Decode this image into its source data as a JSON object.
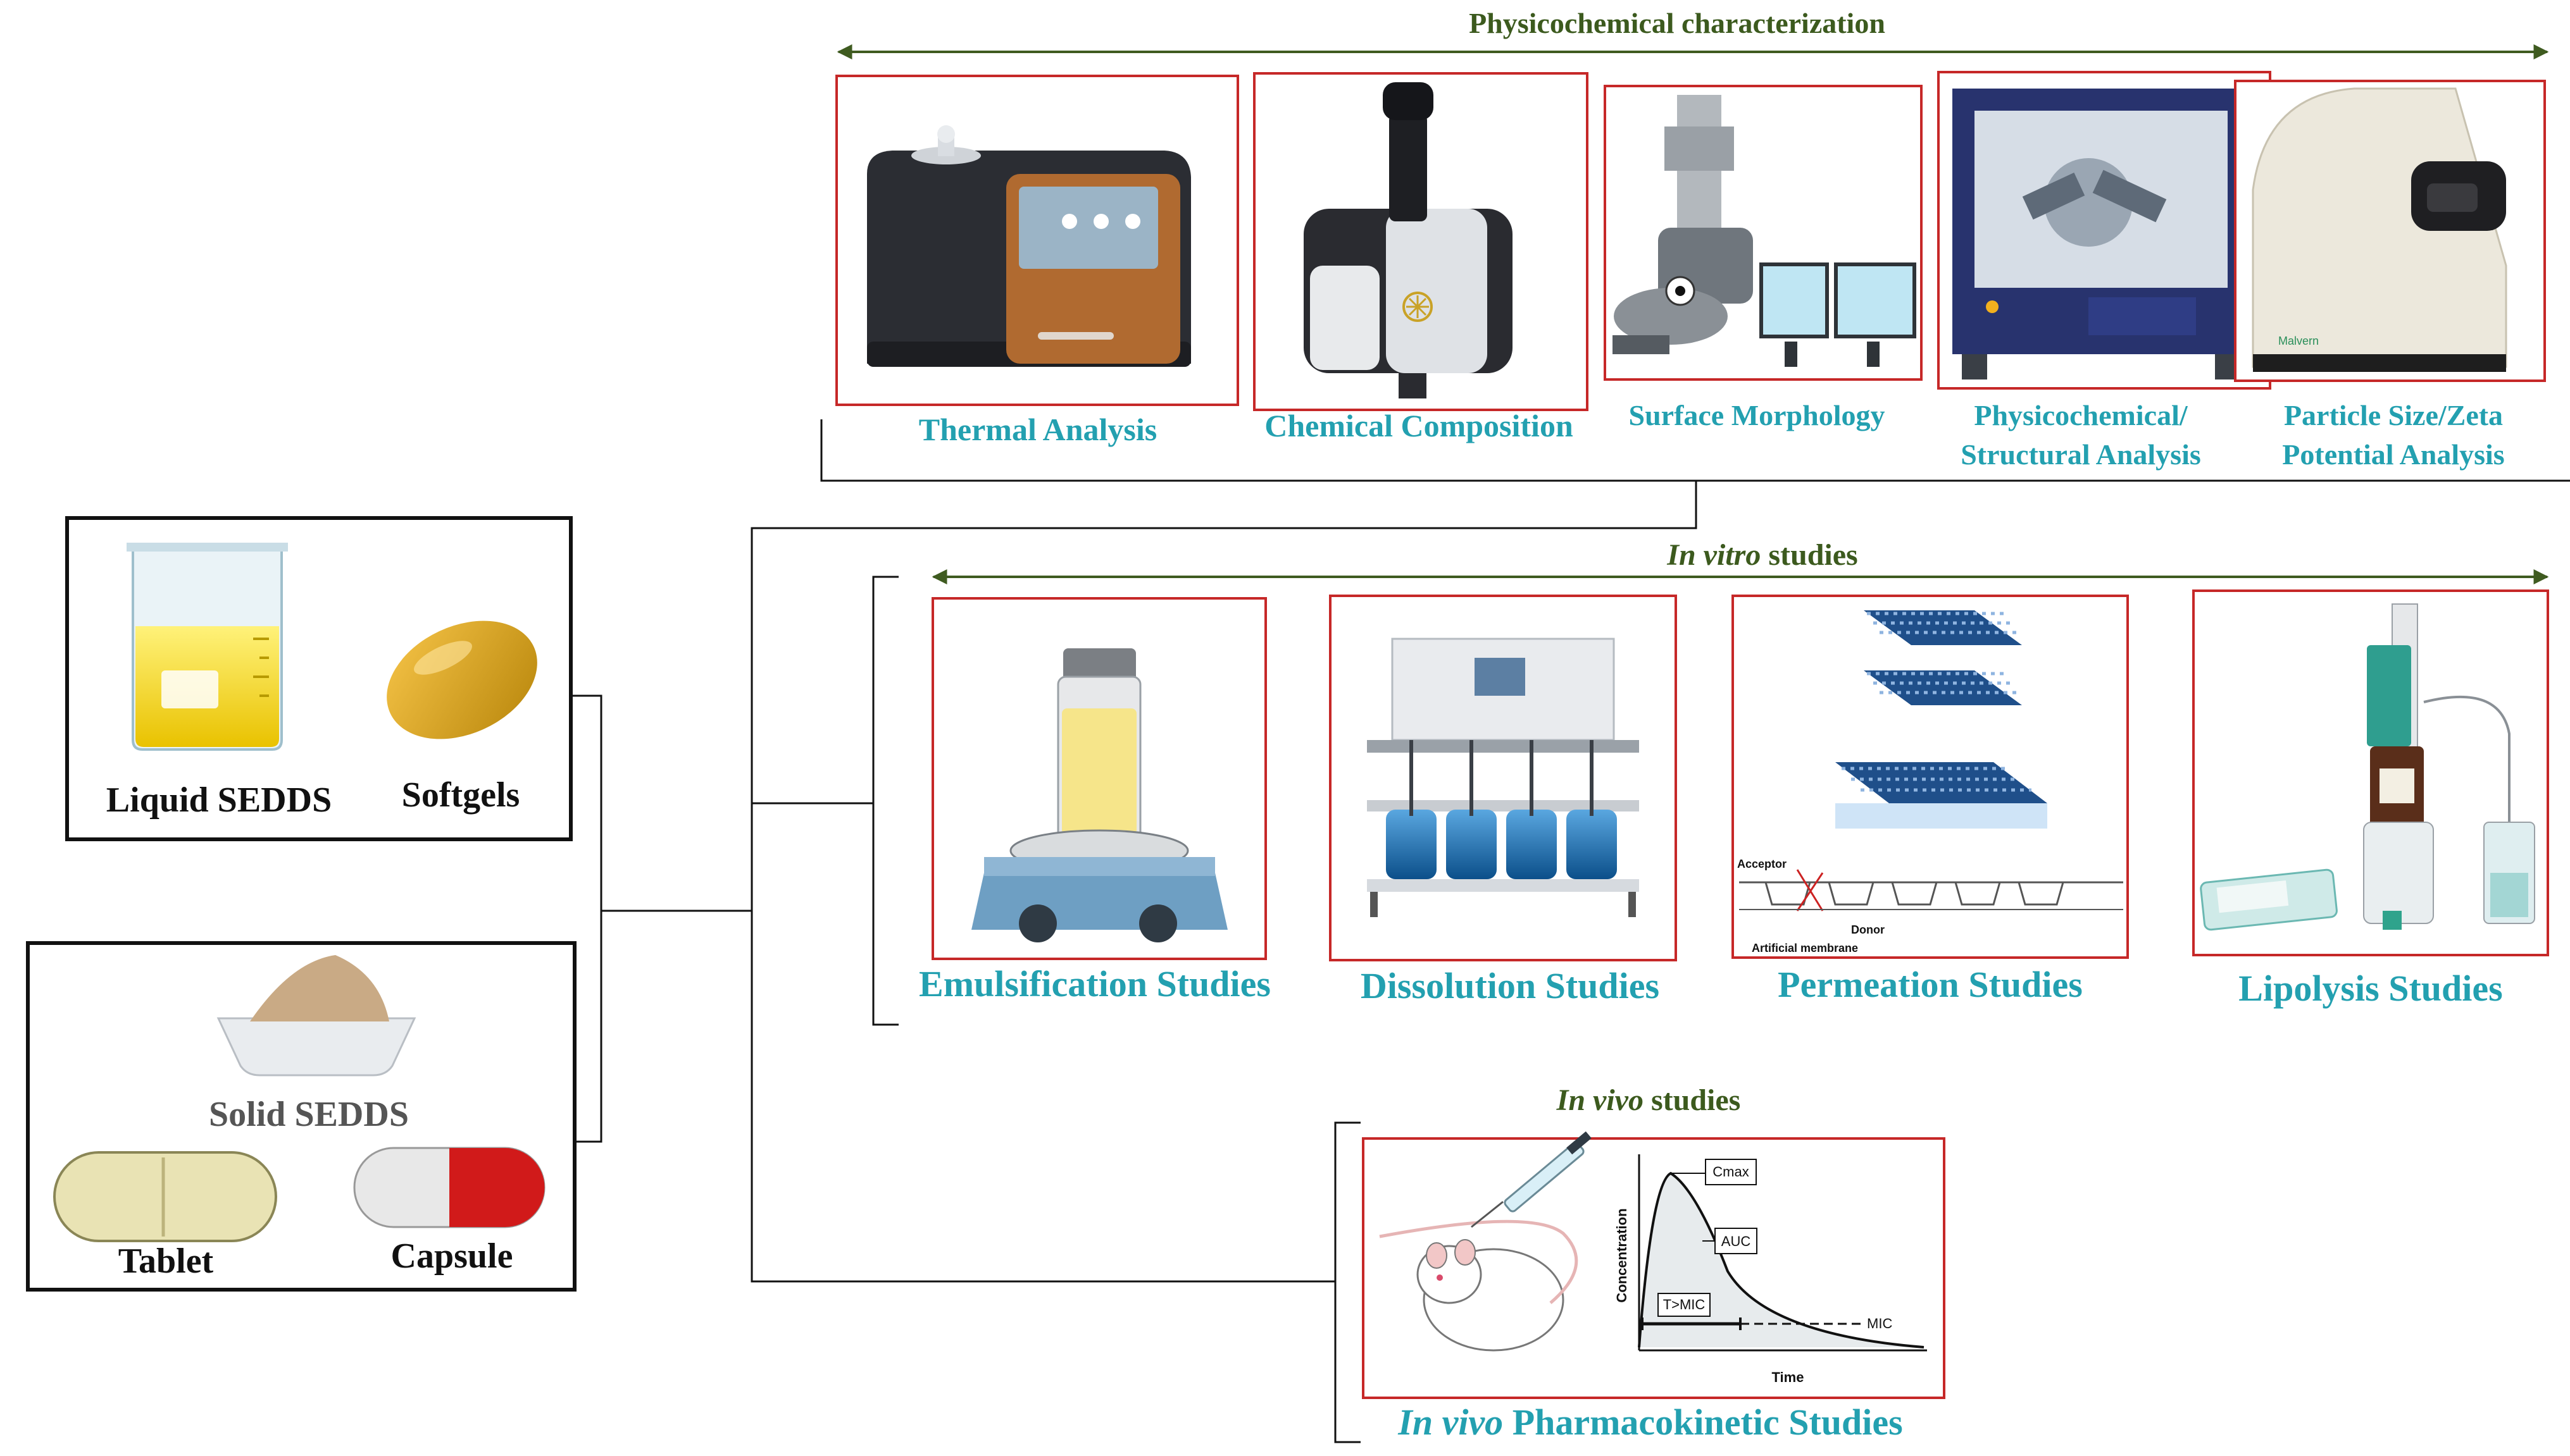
{
  "sections": {
    "physicochemical": "Physicochemical characterization",
    "in_vitro_italic": "In vitro",
    "in_vitro_rest": " studies",
    "in_vivo_italic": "In vivo",
    "in_vivo_rest": " studies"
  },
  "formulations": {
    "liquid": "Liquid SEDDS",
    "softgels": "Softgels",
    "solid": "Solid SEDDS",
    "tablet": "Tablet",
    "capsule": "Capsule"
  },
  "physicochemical_items": [
    {
      "line1": "Thermal Analysis",
      "line2": ""
    },
    {
      "line1": "Chemical Composition",
      "line2": ""
    },
    {
      "line1": "Surface Morphology",
      "line2": ""
    },
    {
      "line1": "Physicochemical/",
      "line2": "Structural Analysis"
    },
    {
      "line1": "Particle Size/Zeta",
      "line2": "Potential Analysis"
    }
  ],
  "in_vitro_items": [
    "Emulsification Studies",
    "Dissolution Studies",
    "Permeation Studies",
    "Lipolysis Studies"
  ],
  "permeation_labels": {
    "acceptor": "Acceptor",
    "donor": "Donor",
    "membrane": "Artificial membrane"
  },
  "pk_labels": {
    "cmax": "Cmax",
    "auc": "AUC",
    "tmic": "T>MIC",
    "mic": "MIC",
    "yaxis": "Concentration",
    "xaxis": "Time"
  },
  "in_vivo_item": {
    "italic": "In vivo",
    "rest": " Pharmacokinetic Studies"
  },
  "colors": {
    "teal_label": "#23a0b0",
    "green_heading": "#3c5a1e",
    "panel_border": "#c62828"
  }
}
